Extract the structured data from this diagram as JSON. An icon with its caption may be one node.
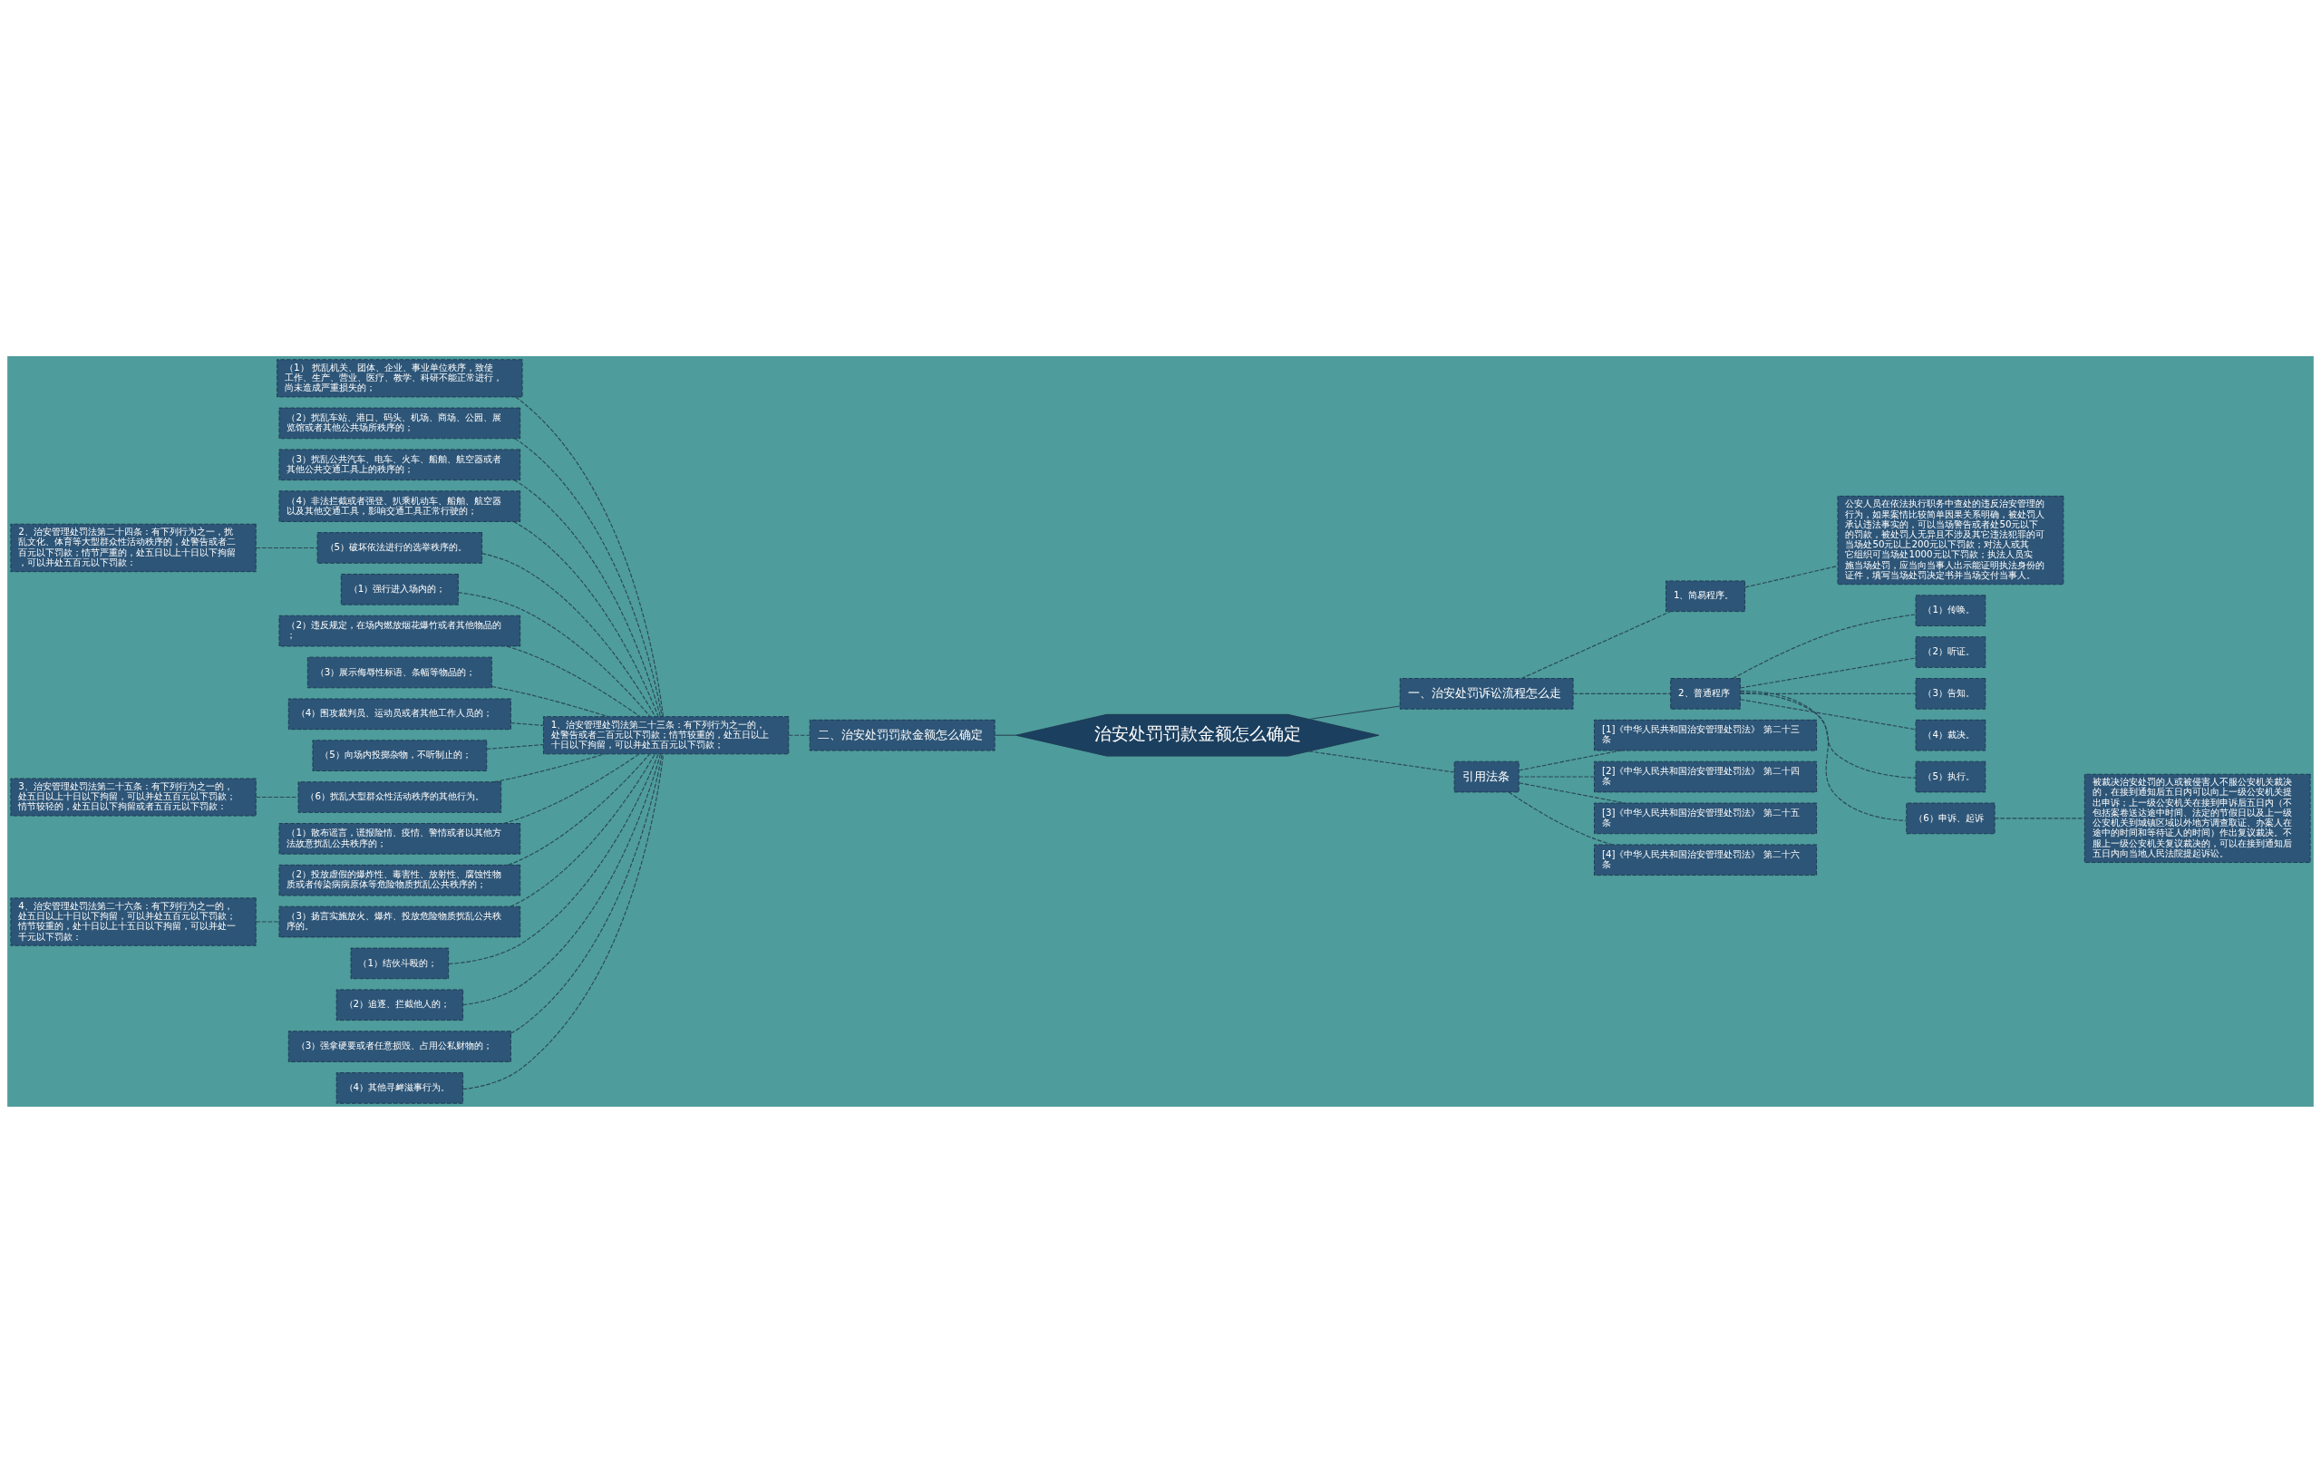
{
  "diagram": {
    "nodes": [
      {
        "text": [
          "治安处罚罚款金额怎么确定"
        ]
      },
      {
        "text": [
          "一、治安处罚诉讼流程怎么走"
        ]
      },
      {
        "text": [
          "1、简易程序。"
        ]
      },
      {
        "text": [
          "公安人员在依法执行职务中查处的违反治安管理的行为，如果案情比较简单因果关系明确，被处罚人承认违法事实的，可以当场警告或者处50元以下的罚款，被处罚人无异且不涉及其它违法犯罪的可当场处50元以上200元以下罚款；对法人或其它组织可当场处1000元以下罚款；执法人员实施当场处罚，应当向当事人出示能证明执法身份的证件，填写当场处罚决定书并当场交付当事人。"
        ]
      },
      {
        "text": [
          "2、普通程序"
        ]
      },
      {
        "text": [
          "（1）传唤。"
        ]
      },
      {
        "text": [
          "（2）听证。"
        ]
      },
      {
        "text": [
          "（3）告知。"
        ]
      },
      {
        "text": [
          "（4）裁决。"
        ]
      },
      {
        "text": [
          "（5）执行。"
        ]
      },
      {
        "text": [
          "（6）申诉、起诉"
        ]
      },
      {
        "text": [
          "被裁决治安处罚的人或被侵害人不服公安机关裁决的，在接到通知后五日内可以向上一级公安机关提出申诉；上一级公安机关在接到申诉后五日内（不包括案卷送达途中时间、法定的节假日以及上一级公安机关到城镇区域以外地方调查取证、办案人在途中的时间和等待证人的时间）作出复议裁决。不服上一级公安机关复议裁决的，可以在接到通知后五日内向当地人民法院提起诉讼。"
        ]
      },
      {
        "text": [
          "引用法条"
        ]
      },
      {
        "text": [
          "[1]《中华人民共和国治安管理处罚法》 第二十三条"
        ]
      },
      {
        "text": [
          "[2]《中华人民共和国治安管理处罚法》 第二十四条"
        ]
      },
      {
        "text": [
          "[3]《中华人民共和国治安管理处罚法》 第二十五条"
        ]
      },
      {
        "text": [
          "[4]《中华人民共和国治安管理处罚法》 第二十六条"
        ]
      },
      {
        "text": [
          "二、治安处罚罚款金额怎么确定"
        ]
      },
      {
        "text": [
          "1、治安管理处罚法第二十三条：有下列行为之一的，处警告或者二百元以下罚款；情节较重的，处五日以上十日以下拘留，可以并处五百元以下罚款；"
        ]
      },
      {
        "text": [
          "（1） 扰乱机关、团体、企业、事业单位秩序，致使工作、生产、营业、医疗、教学、科研不能正常进行，尚未造成严重损失的；"
        ]
      },
      {
        "text": [
          "（2）扰乱车站、港口、码头、机场、商场、公园、展览馆或者其他公共场所秩序的；"
        ]
      },
      {
        "text": [
          "（3）扰乱公共汽车、电车、火车、船舶、航空器或者其他公共交通工具上的秩序的；"
        ]
      },
      {
        "text": [
          "（4）非法拦截或者强登、扒乘机动车、船舶、航空器以及其他交通工具，影响交通工具正常行驶的；"
        ]
      },
      {
        "text": [
          "（5）破坏依法进行的选举秩序的。"
        ]
      },
      {
        "text": [
          "2、治安管理处罚法第二十四条：有下列行为之一，扰乱文化、体育等大型群众性活动秩序的，处警告或者二百元以下罚款；情节严重的，处五日以上十日以下拘留，可以并处五百元以下罚款："
        ]
      },
      {
        "text": [
          "（1）强行进入场内的；"
        ]
      },
      {
        "text": [
          "（2）违反规定，在场内燃放烟花爆竹或者其他物品的；"
        ]
      },
      {
        "text": [
          "（3）展示侮辱性标语、条幅等物品的；"
        ]
      },
      {
        "text": [
          "（4）围攻裁判员、运动员或者其他工作人员的；"
        ]
      },
      {
        "text": [
          "（5）向场内投掷杂物，不听制止的；"
        ]
      },
      {
        "text": [
          "（6）扰乱大型群众性活动秩序的其他行为。"
        ]
      },
      {
        "text": [
          "3、治安管理处罚法第二十五条：有下列行为之一的，处五日以上十日以下拘留，可以并处五百元以下罚款；情节较轻的，处五日以下拘留或者五百元以下罚款："
        ]
      },
      {
        "text": [
          "（1）散布谣言，谎报险情、疫情、警情或者以其他方法故意扰乱公共秩序的；"
        ]
      },
      {
        "text": [
          "（2）投放虚假的爆炸性、毒害性、放射性、腐蚀性物质或者传染病病原体等危险物质扰乱公共秩序的；"
        ]
      },
      {
        "text": [
          "（3）扬言实施放火、爆炸、投放危险物质扰乱公共秩序的。"
        ]
      },
      {
        "text": [
          "4、治安管理处罚法第二十六条：有下列行为之一的，处五日以上十日以下拘留，可以并处五百元以下罚款；情节较重的，处十日以上十五日以下拘留，可以并处一千元以下罚款："
        ]
      },
      {
        "text": [
          "（1）结伙斗殴的；"
        ]
      },
      {
        "text": [
          "（2）追逐、拦截他人的；"
        ]
      },
      {
        "text": [
          "（3）强拿硬要或者任意损毁、占用公私财物的；"
        ]
      },
      {
        "text": [
          "（4）其他寻衅滋事行为。"
        ]
      }
    ],
    "edges": [
      {
        "from": 0,
        "to": 1,
        "arrow": "none"
      },
      {
        "from": 1,
        "to": 2,
        "arrow": "none",
        "style": "dashed"
      },
      {
        "from": 2,
        "to": 3,
        "arrow": "none",
        "style": "dashed"
      },
      {
        "from": 1,
        "to": 4,
        "arrow": "none",
        "style": "dashed"
      },
      {
        "from": 4,
        "to": 5,
        "arrow": "none",
        "style": "dashed"
      },
      {
        "from": 4,
        "to": 6,
        "arrow": "none",
        "style": "dashed"
      },
      {
        "from": 4,
        "to": 7,
        "arrow": "none",
        "style": "dashed"
      },
      {
        "from": 4,
        "to": 8,
        "arrow": "none",
        "style": "dashed"
      },
      {
        "from": 4,
        "to": 9,
        "arrow": "none",
        "style": "dashed"
      },
      {
        "from": 4,
        "to": 10,
        "arrow": "none",
        "style": "dashed"
      },
      {
        "from": 10,
        "to": 11,
        "arrow": "none",
        "style": "dashed"
      },
      {
        "from": 0,
        "to": 12,
        "arrow": "none",
        "style": "dashed"
      },
      {
        "from": 12,
        "to": 13,
        "arrow": "none",
        "style": "dashed"
      },
      {
        "from": 12,
        "to": 14,
        "arrow": "none",
        "style": "dashed"
      },
      {
        "from": 12,
        "to": 15,
        "arrow": "none",
        "style": "dashed"
      },
      {
        "from": 12,
        "to": 16,
        "arrow": "none",
        "style": "dashed"
      },
      {
        "from": 0,
        "to": 17,
        "arrow": "none"
      },
      {
        "from": 17,
        "to": 18,
        "arrow": "none",
        "style": "dashed"
      },
      {
        "from": 18,
        "to": 19,
        "arrow": "none",
        "style": "dashed"
      },
      {
        "from": 18,
        "to": 20,
        "arrow": "none",
        "style": "dashed"
      },
      {
        "from": 18,
        "to": 21,
        "arrow": "none",
        "style": "dashed"
      },
      {
        "from": 18,
        "to": 22,
        "arrow": "none",
        "style": "dashed"
      },
      {
        "from": 18,
        "to": 23,
        "arrow": "none",
        "style": "dashed"
      },
      {
        "from": 23,
        "to": 24,
        "arrow": "none",
        "style": "dashed"
      },
      {
        "from": 18,
        "to": 25,
        "arrow": "none",
        "style": "dashed"
      },
      {
        "from": 18,
        "to": 26,
        "arrow": "none",
        "style": "dashed"
      },
      {
        "from": 18,
        "to": 27,
        "arrow": "none",
        "style": "dashed"
      },
      {
        "from": 18,
        "to": 28,
        "arrow": "none",
        "style": "dashed"
      },
      {
        "from": 18,
        "to": 29,
        "arrow": "none",
        "style": "dashed"
      },
      {
        "from": 18,
        "to": 30,
        "arrow": "none",
        "style": "dashed"
      },
      {
        "from": 30,
        "to": 31,
        "arrow": "none",
        "style": "dashed"
      },
      {
        "from": 18,
        "to": 32,
        "arrow": "none",
        "style": "dashed"
      },
      {
        "from": 18,
        "to": 33,
        "arrow": "none",
        "style": "dashed"
      },
      {
        "from": 18,
        "to": 34,
        "arrow": "none",
        "style": "dashed"
      },
      {
        "from": 34,
        "to": 35,
        "arrow": "none",
        "style": "dashed"
      },
      {
        "from": 18,
        "to": 36,
        "arrow": "none",
        "style": "dashed"
      },
      {
        "from": 18,
        "to": 37,
        "arrow": "none",
        "style": "dashed"
      },
      {
        "from": 18,
        "to": 38,
        "arrow": "none",
        "style": "dashed"
      },
      {
        "from": 18,
        "to": 39,
        "arrow": "none",
        "style": "dashed"
      }
    ]
  }
}
